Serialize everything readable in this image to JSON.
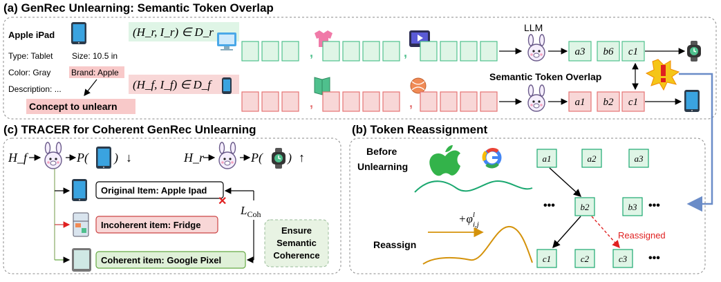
{
  "panel_a": {
    "title": "(a) GenRec Unlearning: Semantic Token Overlap",
    "item_name": "Apple iPad",
    "attr_type": "Type: Tablet",
    "attr_size": "Size: 10.5 in",
    "attr_color": "Color: Gray",
    "attr_brand": "Brand: Apple",
    "attr_desc": "Description: ...",
    "concept_label": "Concept to unlearn",
    "retain_formula": "(H_r, I_r) ∈ D_r",
    "forget_formula": "(H_f, I_f) ∈ D_f",
    "llm_label": "LLM",
    "overlap_label": "Semantic Token Overlap",
    "retain_tokens": [
      "a3",
      "b6",
      "c1"
    ],
    "forget_tokens": [
      "a1",
      "b2",
      "c1"
    ],
    "retain_color": "#4fc08d",
    "forget_color": "#e57373"
  },
  "panel_c": {
    "title": "(c) TRACER for Coherent GenRec Unlearning",
    "forget_input": "H_f",
    "retain_input": "H_r",
    "prob_down": "↓",
    "prob_up": "↑",
    "original_item": "Original Item: Apple Ipad",
    "incoherent_item": "Incoherent item: Fridge",
    "coherent_item": "Coherent item: Google Pixel",
    "loss_label": "L_Coh",
    "ensure_label_1": "Ensure",
    "ensure_label_2": "Semantic",
    "ensure_label_3": "Coherence"
  },
  "panel_b": {
    "title": "(b) Token Reassignment",
    "before_label_1": "Before",
    "before_label_2": "Unlearning",
    "reassign_label": "Reassign",
    "phi_label": "+φ^l_{i,j}",
    "row1_tokens": [
      "a1",
      "a2",
      "a3"
    ],
    "row2_tokens": [
      "b2",
      "b3"
    ],
    "row3_tokens": [
      "c1",
      "c2",
      "c3"
    ],
    "reassigned_label": "Reassigned",
    "ellipsis": "•••"
  }
}
